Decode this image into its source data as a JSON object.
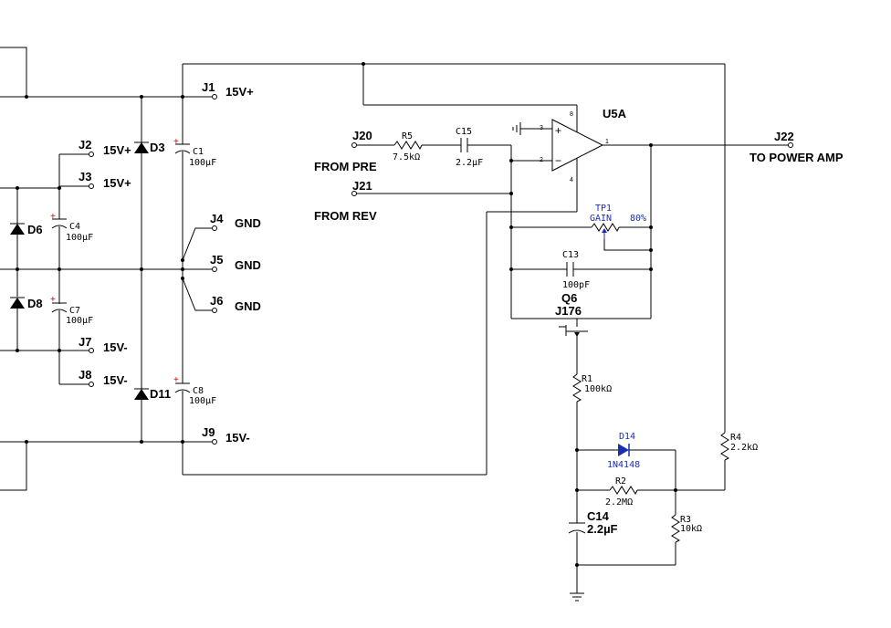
{
  "connectors": {
    "J1": {
      "ref": "J1",
      "net": "15V+"
    },
    "J2": {
      "ref": "J2",
      "net": "15V+"
    },
    "J3": {
      "ref": "J3",
      "net": "15V+"
    },
    "J4": {
      "ref": "J4",
      "net": "GND"
    },
    "J5": {
      "ref": "J5",
      "net": "GND"
    },
    "J6": {
      "ref": "J6",
      "net": "GND"
    },
    "J7": {
      "ref": "J7",
      "net": "15V-"
    },
    "J8": {
      "ref": "J8",
      "net": "15V-"
    },
    "J9": {
      "ref": "J9",
      "net": "15V-"
    },
    "J20": {
      "ref": "J20",
      "net": "FROM PRE"
    },
    "J21": {
      "ref": "J21",
      "net": "FROM REV"
    },
    "J22": {
      "ref": "J22",
      "net": "TO POWER AMP"
    }
  },
  "diodes": {
    "D3": {
      "ref": "D3"
    },
    "D6": {
      "ref": "D6"
    },
    "D8": {
      "ref": "D8"
    },
    "D11": {
      "ref": "D11"
    },
    "D14": {
      "ref": "D14",
      "value": "1N4148"
    }
  },
  "capacitors": {
    "C1": {
      "ref": "C1",
      "value": "100µF"
    },
    "C4": {
      "ref": "C4",
      "value": "100µF"
    },
    "C7": {
      "ref": "C7",
      "value": "100µF"
    },
    "C8": {
      "ref": "C8",
      "value": "100µF"
    },
    "C13": {
      "ref": "C13",
      "value": "100pF"
    },
    "C14": {
      "ref": "C14",
      "value": "2.2µF"
    },
    "C15": {
      "ref": "C15",
      "value": "2.2µF"
    }
  },
  "resistors": {
    "R1": {
      "ref": "R1",
      "value": "100kΩ"
    },
    "R2": {
      "ref": "R2",
      "value": "2.2MΩ"
    },
    "R3": {
      "ref": "R3",
      "value": "10kΩ"
    },
    "R4": {
      "ref": "R4",
      "value": "2.2kΩ"
    },
    "R5": {
      "ref": "R5",
      "value": "7.5kΩ"
    }
  },
  "potentiometer": {
    "ref": "TP1",
    "label": "GAIN",
    "setting": "80%"
  },
  "opamp": {
    "ref": "U5A",
    "pins": {
      "p8": "8",
      "p3": "3",
      "p2": "2",
      "p1": "1",
      "p4": "4"
    }
  },
  "transistor": {
    "ref": "Q6",
    "value": "J176"
  },
  "marks": {
    "plus": "+",
    "op_plus": "+",
    "op_minus": "−"
  },
  "colors": {
    "wire": "#000000",
    "diode_d14": "#1a2fb0",
    "polarity": "#cc0000",
    "background": "#ffffff"
  }
}
